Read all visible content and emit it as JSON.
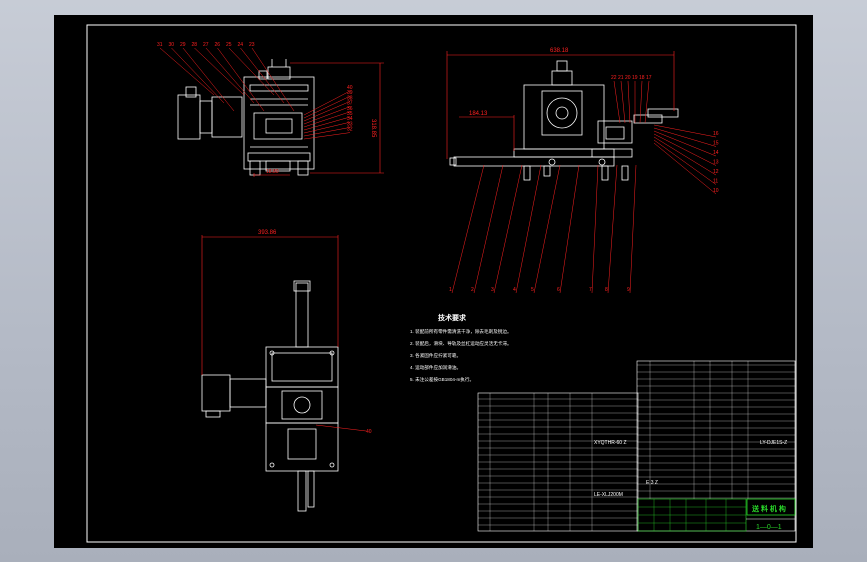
{
  "dimensions": {
    "side_height": "318.85",
    "side_bottom": "18.80",
    "front_width": "638.18",
    "front_sub": "184.13",
    "top_width": "393.86"
  },
  "side_balloons": [
    "31",
    "30",
    "29",
    "28",
    "27",
    "26",
    "25",
    "24",
    "23"
  ],
  "side_right_balloons": [
    "40",
    "39",
    "38",
    "37",
    "36",
    "35",
    "34",
    "33",
    "32"
  ],
  "front_balloons_top": [
    "22",
    "21",
    "20",
    "19",
    "18",
    "17"
  ],
  "front_balloons_right": [
    "16",
    "15",
    "14",
    "13",
    "12",
    "11",
    "10"
  ],
  "front_balloons_bottom": [
    "1",
    "2",
    "3",
    "4",
    "5",
    "6",
    "7",
    "8",
    "9"
  ],
  "top_balloon": "40",
  "notes": {
    "title": "技术要求",
    "lines": [
      "1. 装配前所有零件需清洗干净，除去毛刺及锐边。",
      "2. 装配后，滑块、导轨及丝杠运动应灵活无卡滞。",
      "3. 各紧固件应拧紧可靠。",
      "4. 运动部件应加润滑油。",
      "5. 未注公差按GB1804-m执行。"
    ]
  },
  "title_block": {
    "name": "送 料 机 构",
    "code": "1—0—1",
    "spec_left": "XYQTHR-60 Z",
    "spec_mid": "LE-XLJ200M",
    "spec_right": "LY-DJE1S-Z",
    "qty": "E 3 Z"
  },
  "colors": {
    "line": "#ffffff",
    "leader": "#ff2020",
    "table": "#ffffff",
    "accent": "#29d629"
  }
}
